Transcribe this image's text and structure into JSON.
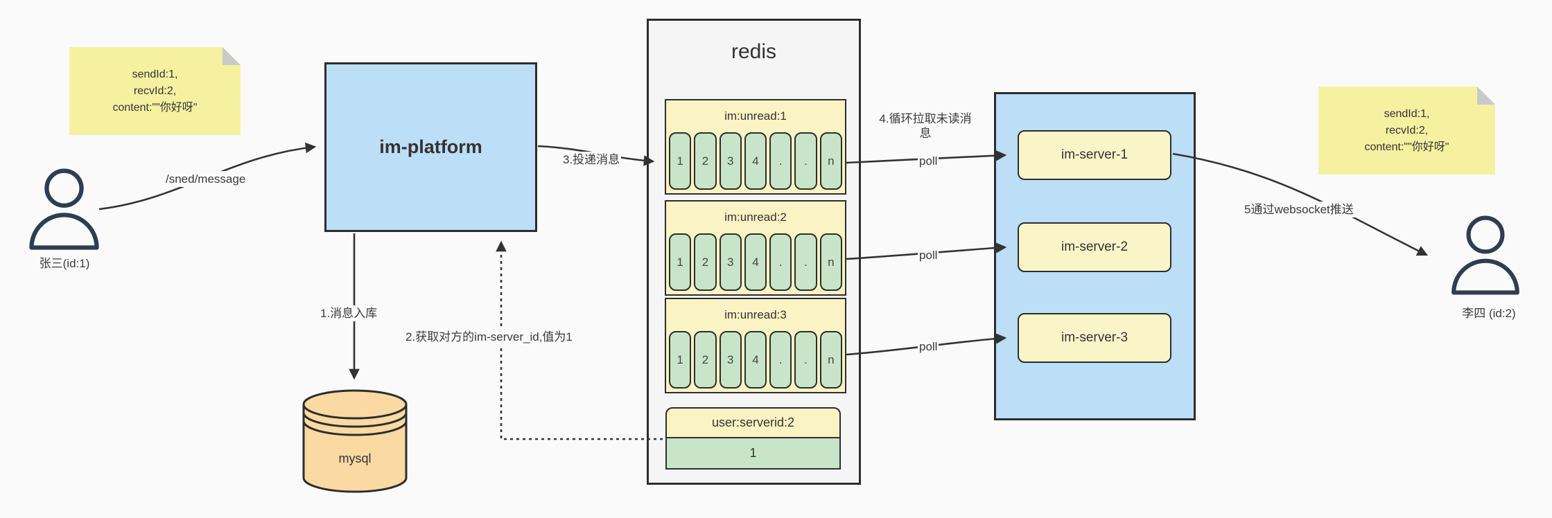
{
  "notes": {
    "left": {
      "lines": [
        "sendId:1,",
        "recvId:2,",
        "content:\"\"你好呀\""
      ]
    },
    "right": {
      "lines": [
        "sendId:1,",
        "recvId:2,",
        "content:\"\"你好呀\""
      ]
    }
  },
  "actors": {
    "sender": {
      "label": "张三(id:1)"
    },
    "receiver": {
      "label": "李四 (id:2)"
    }
  },
  "platform": {
    "label": "im-platform"
  },
  "database": {
    "label": "mysql"
  },
  "redis": {
    "title": "redis",
    "queues": [
      {
        "header": "im:unread:1",
        "cells": [
          "1",
          "2",
          "3",
          "4",
          ".",
          ".",
          "n"
        ]
      },
      {
        "header": "im:unread:2",
        "cells": [
          "1",
          "2",
          "3",
          "4",
          ".",
          ".",
          "n"
        ]
      },
      {
        "header": "im:unread:3",
        "cells": [
          "1",
          "2",
          "3",
          "4",
          ".",
          ".",
          "n"
        ]
      }
    ],
    "kv": {
      "header": "user:serverid:2",
      "value": "1"
    }
  },
  "servers": {
    "items": [
      {
        "label": "im-server-1"
      },
      {
        "label": "im-server-2"
      },
      {
        "label": "im-server-3"
      }
    ]
  },
  "edges": {
    "send_api": "/sned/message",
    "step1": "1.消息入库",
    "step2": "2.获取对方的im-server_id,值为1",
    "step3": "3.投递消息",
    "step4": "4.循环拉取未读消息",
    "step5": "5通过websocket推送",
    "poll": "poll"
  },
  "palette": {
    "blue_box": "#bcdef6",
    "yellow_note": "#f5f1a1",
    "yellow_card": "#faf3c3",
    "green_cell": "#c9e5c9",
    "tan_db": "#fad9a2",
    "gray_container": "#f5f5f5",
    "line": "#333333"
  }
}
